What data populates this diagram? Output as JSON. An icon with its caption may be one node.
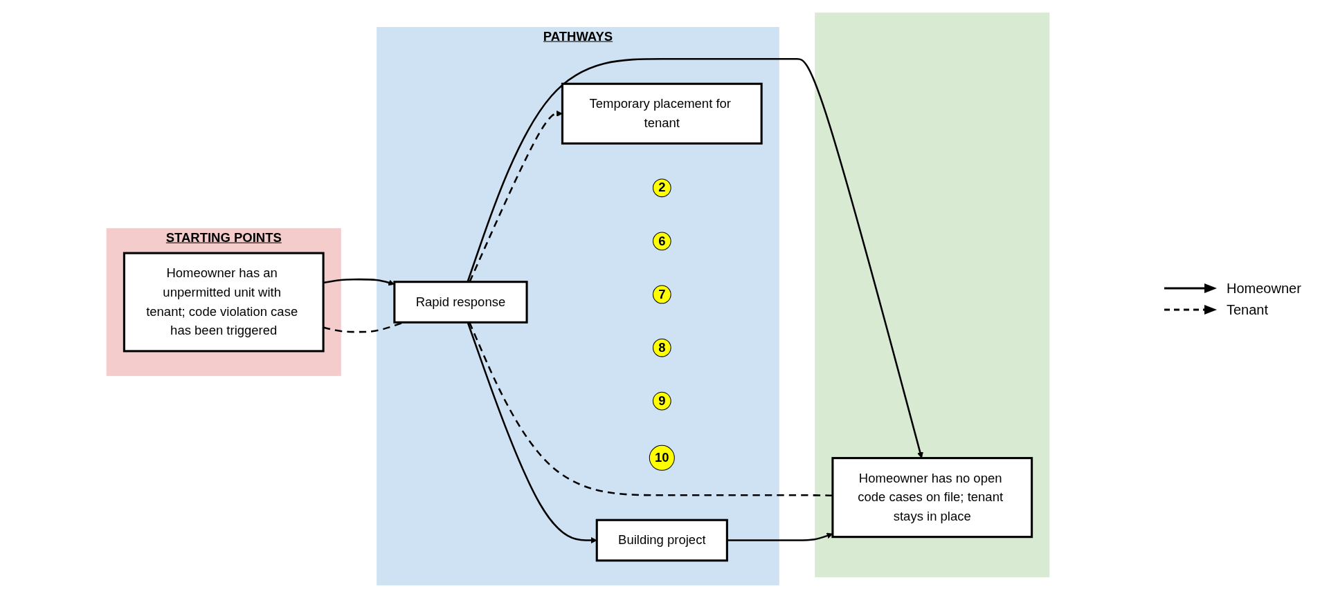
{
  "diagram": {
    "nodes": [
      {
        "text": [
          "STARTING POINTS"
        ]
      },
      {
        "text": [
          "Homeowner has an unpermitted unit with tenant; code violation case has been triggered"
        ],
        "in": 0
      },
      {
        "text": [
          "PATHWAYS"
        ]
      },
      {
        "text": [
          "Rapid response"
        ],
        "in": 2
      },
      {
        "text": [
          "Building project"
        ],
        "in": 2
      },
      {
        "text": [
          "Temporary placement for tenant"
        ],
        "in": 2
      },
      {
        "text": [],
        "shape": "box"
      },
      {
        "text": [
          "Homeowner has no open code cases on file; tenant stays in place"
        ],
        "in": 6
      },
      {
        "text": [
          "2"
        ],
        "in": 2
      },
      {
        "text": [
          "6"
        ],
        "in": 2
      },
      {
        "text": [
          "7"
        ],
        "in": 2
      },
      {
        "text": [
          "8"
        ],
        "in": 2
      },
      {
        "text": [
          "9"
        ],
        "in": 2
      },
      {
        "text": [
          "10"
        ],
        "in": 2
      }
    ],
    "edges": [
      {
        "from": 1,
        "to": 3,
        "arrow": "to"
      },
      {
        "from": 1,
        "to": 3,
        "arrow": "none",
        "style": "dashed"
      },
      {
        "from": 3,
        "to": 4,
        "arrow": "to"
      },
      {
        "from": 3,
        "to": 5,
        "arrow": "to",
        "style": "dashed"
      },
      {
        "from": 3,
        "to": 7,
        "arrow": "to"
      },
      {
        "from": 3,
        "to": 7,
        "arrow": "none",
        "style": "dashed"
      },
      {
        "from": 4,
        "to": 7,
        "arrow": "to"
      }
    ],
    "legend": [
      {
        "text": "Homeowner"
      },
      {
        "text": "Tenant"
      }
    ]
  }
}
